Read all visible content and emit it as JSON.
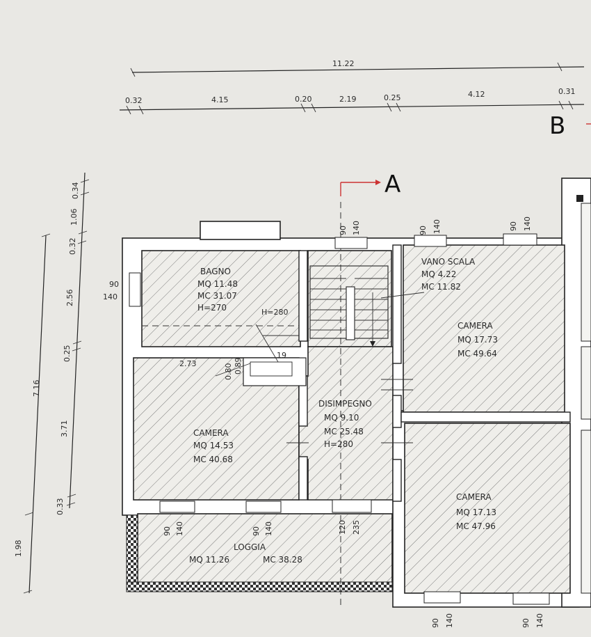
{
  "section_markers": {
    "a": "A",
    "b": "B"
  },
  "top_dims": {
    "overall": "11.22",
    "segments": [
      "0.32",
      "4.15",
      "0.20",
      "2.19",
      "0.25",
      "4.12",
      "0.31"
    ]
  },
  "left_dims": {
    "overall_upper": "7.16",
    "overall_lower": "1.98",
    "segments": [
      "0.34",
      "1.06",
      "0.32",
      "2.56",
      "0.25",
      "3.71",
      "0.33"
    ]
  },
  "windows": {
    "w1": [
      "90",
      "140"
    ],
    "w2": [
      "90",
      "140"
    ],
    "w3": [
      "90",
      "140"
    ],
    "w4": [
      "90",
      "140"
    ],
    "w5": [
      "90",
      "140"
    ],
    "w6": [
      "90",
      "140"
    ],
    "w7": [
      "90",
      "140"
    ],
    "w8": [
      "90",
      "140"
    ],
    "door": [
      "120",
      "235"
    ]
  },
  "rooms": {
    "bagno": {
      "name": "BAGNO",
      "mq": "MQ  11.48",
      "mc": "MC  31.07",
      "h": "H=270"
    },
    "vano_scala": {
      "name": "VANO  SCALA",
      "mq": "MQ  4.22",
      "mc": "MC  11.82"
    },
    "camera_ne": {
      "name": "CAMERA",
      "mq": "MQ  17.73",
      "mc": "MC  49.64"
    },
    "camera_w": {
      "name": "CAMERA",
      "mq": "MQ  14.53",
      "mc": "MC  40.68"
    },
    "disimpegno": {
      "name": "DISIMPEGNO",
      "mq": "MQ  9.10",
      "mc": "MC  25.48",
      "h": "H=280"
    },
    "camera_se": {
      "name": "CAMERA",
      "mq": "MQ  17.13",
      "mc": "MC  47.96"
    },
    "loggia": {
      "name": "LOGGIA",
      "mq": "MQ  11.26",
      "mc": "MC  38.28"
    }
  },
  "annotations": {
    "h280": "H=280",
    "w273": "2.73",
    "small1": "0.89",
    "small2": "0.80",
    "small3": "19"
  }
}
